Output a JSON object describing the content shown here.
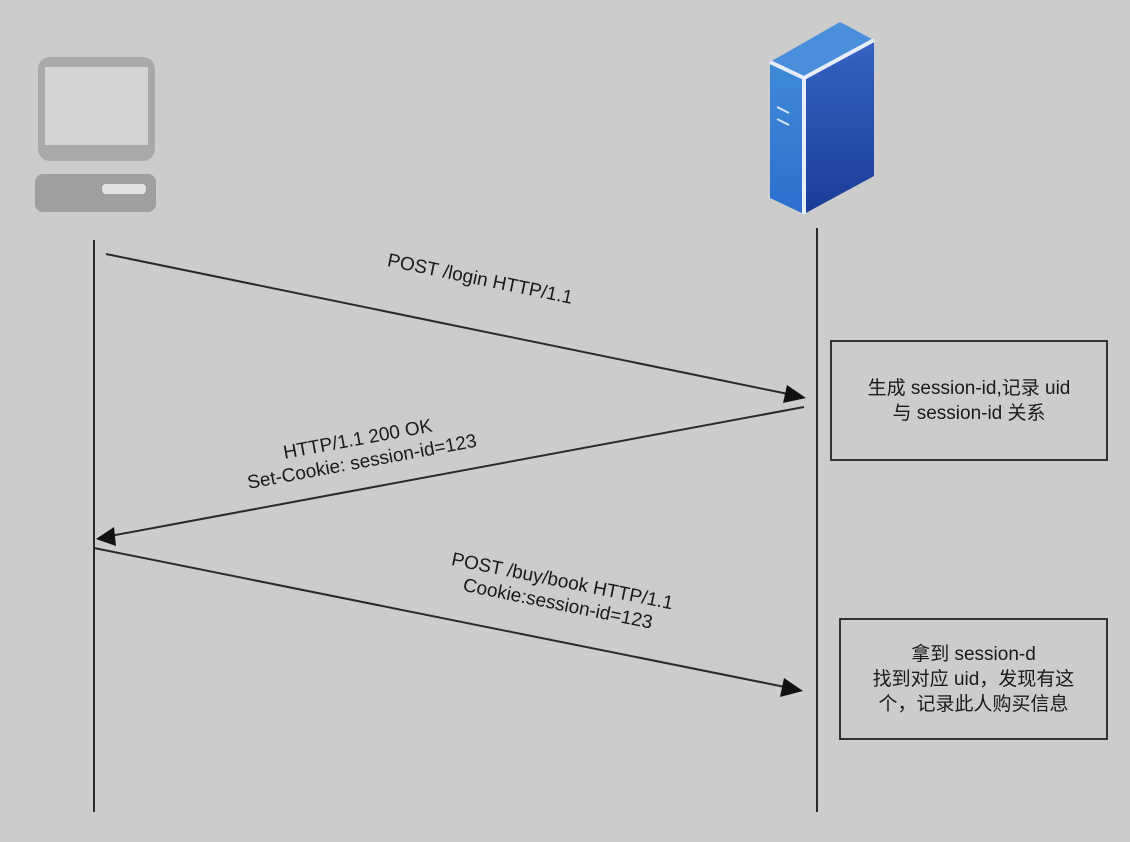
{
  "diagram": {
    "type": "sequence",
    "participants": [
      {
        "id": "client",
        "icon": "computer-icon",
        "label": ""
      },
      {
        "id": "server",
        "icon": "server-icon",
        "label": ""
      }
    ],
    "messages": [
      {
        "from": "client",
        "to": "server",
        "lines": [
          "POST /login HTTP/1.1"
        ]
      },
      {
        "from": "server",
        "to": "client",
        "lines": [
          "HTTP/1.1 200 OK",
          "Set-Cookie: session-id=123"
        ]
      },
      {
        "from": "client",
        "to": "server",
        "lines": [
          "POST /buy/book HTTP/1.1",
          "Cookie:session-id=123"
        ]
      }
    ],
    "notes": [
      {
        "participant": "server",
        "lines": [
          "生成 session-id,记录 uid",
          "与 session-id 关系"
        ]
      },
      {
        "participant": "server",
        "lines": [
          "拿到 session-d",
          "找到对应 uid，发现有这",
          "个，记录此人购买信息"
        ]
      }
    ],
    "colors": {
      "background": "#cccccc",
      "line": "#2a2a2a",
      "server_light": "#3d86d6",
      "server_dark": "#1a3f9a"
    }
  }
}
